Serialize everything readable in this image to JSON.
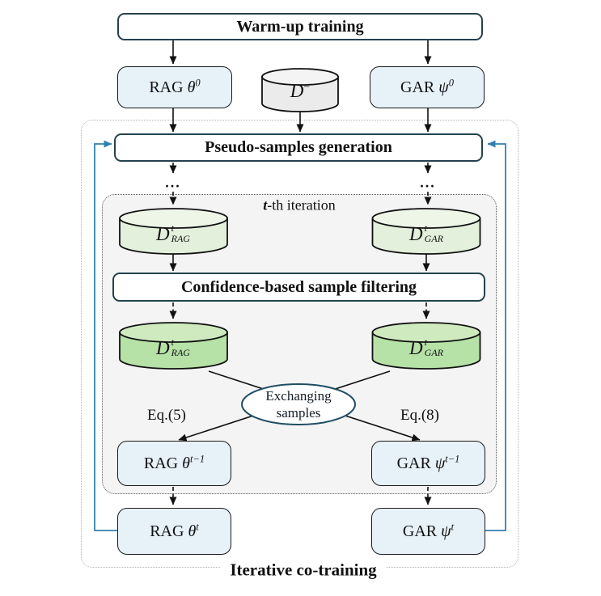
{
  "colors": {
    "accentBorder": "#24424e",
    "modelFill": "#e6f1f8",
    "loopBlue": "#3381ad",
    "greenLight": "#e3f0dc",
    "greenLightTop": "#eef6e8",
    "greenDark": "#b6e1a7",
    "greenDarkTop": "#cfeabf",
    "grayFill": "#ebebeb",
    "grayTop": "#f4f4f4",
    "innerFill": "#f4f4f5",
    "ink": "#111111"
  },
  "top": {
    "warmup": "Warm-up training",
    "rag0": {
      "name": "RAG",
      "sym": "θ",
      "sup": "0"
    },
    "dneg": {
      "sym": "D",
      "sup": "−"
    },
    "gar0": {
      "name": "GAR",
      "sym": "ψ",
      "sup": "0"
    }
  },
  "loop": {
    "pseudo": "Pseudo-samples generation",
    "dots_left": "...",
    "dots_right": "...",
    "iteration": {
      "t": "t",
      "suffix": "-th iteration"
    },
    "gen_left": {
      "sym": "D",
      "sup": "t",
      "sub": "RAG"
    },
    "gen_right": {
      "sym": "D",
      "sup": "t",
      "sub": "GAR"
    },
    "filter": "Confidence-based sample filtering",
    "filt_left": {
      "sym": "D",
      "sup": "t",
      "sub": "RAG"
    },
    "filt_right": {
      "sym": "D",
      "sup": "t",
      "sub": "GAR"
    },
    "exchange": {
      "line1": "Exchanging",
      "line2": "samples"
    },
    "eq_left": "Eq.(5)",
    "eq_right": "Eq.(8)",
    "rag_prev": {
      "name": "RAG",
      "sym": "θ",
      "sup": "t−1"
    },
    "gar_prev": {
      "name": "GAR",
      "sym": "ψ",
      "sup": "t−1"
    },
    "rag_cur": {
      "name": "RAG",
      "sym": "θ",
      "sup": "t"
    },
    "gar_cur": {
      "name": "GAR",
      "sym": "ψ",
      "sup": "t"
    },
    "caption": "Iterative co-training"
  }
}
